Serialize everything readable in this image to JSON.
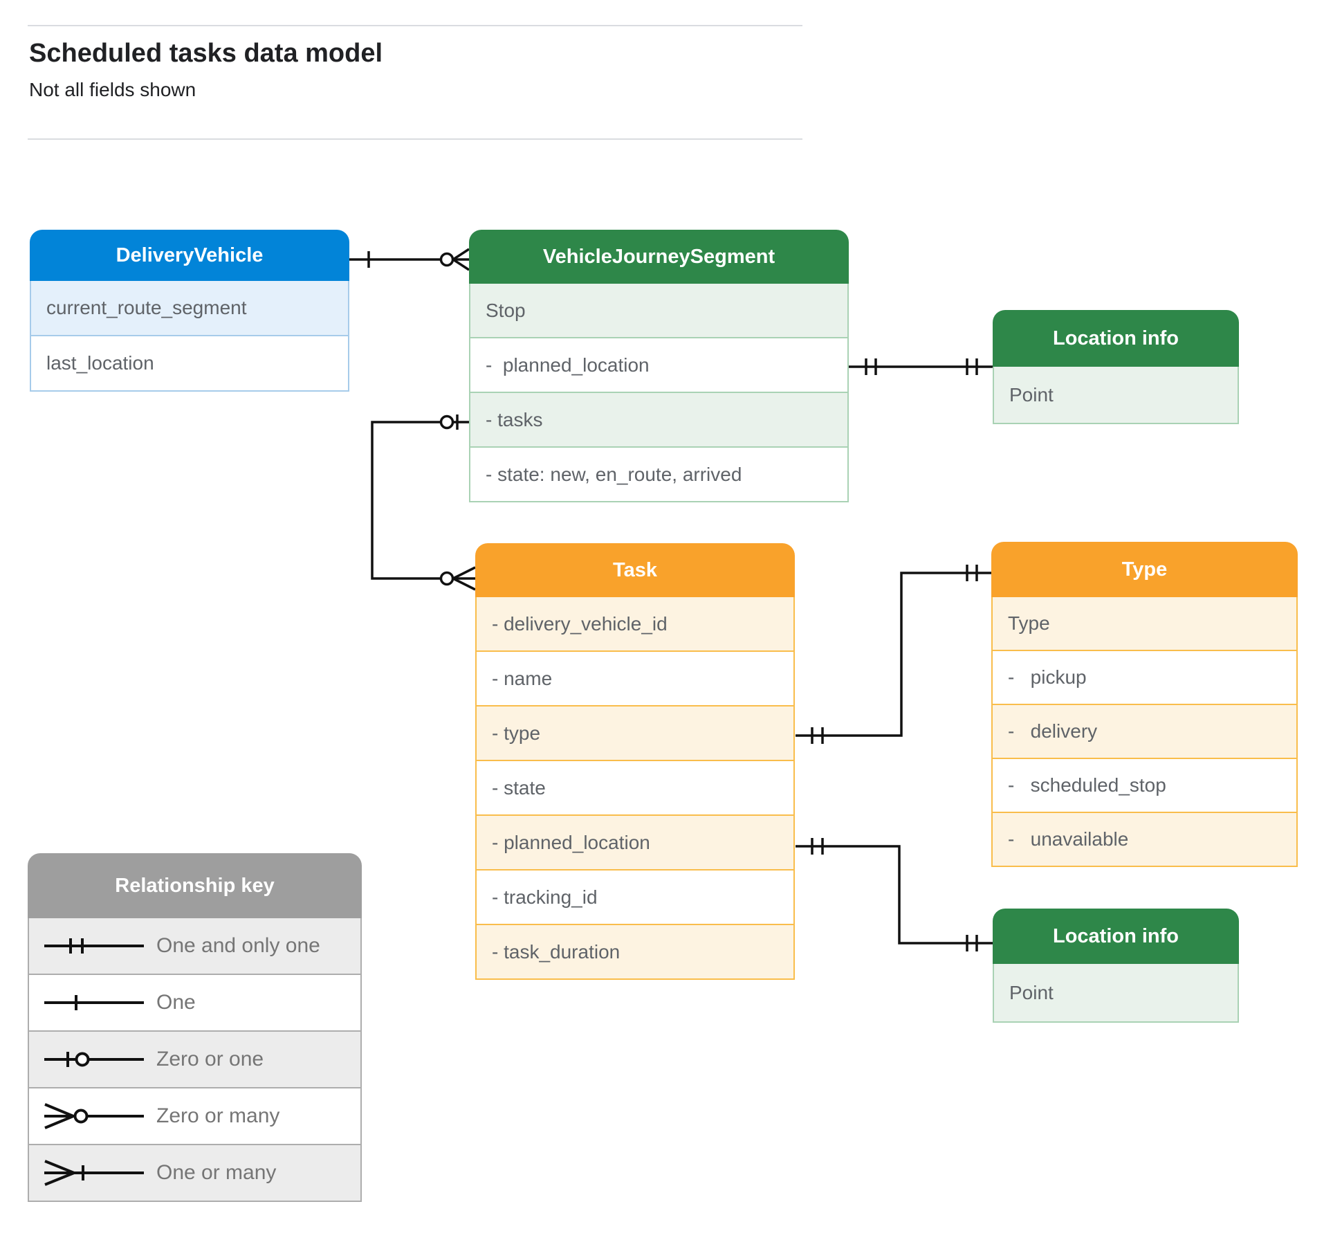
{
  "page": {
    "title": "Scheduled tasks data model",
    "subtitle": "Not all fields shown"
  },
  "colors": {
    "blue_header": "#0284D8",
    "green_header": "#2E8749",
    "orange_header": "#F9A22B",
    "gray_header": "#9E9E9E",
    "row_light_blue": "#E4F0FB",
    "row_light_green": "#E9F2EB",
    "row_light_orange": "#FDF3E1",
    "row_light_gray": "#ECECEC",
    "connector": "#111111"
  },
  "entities": {
    "delivery_vehicle": {
      "title": "DeliveryVehicle",
      "rows": [
        "current_route_segment",
        "last_location"
      ]
    },
    "vehicle_journey_segment": {
      "title": "VehicleJourneySegment",
      "rows": [
        "Stop",
        "-  planned_location",
        "- tasks",
        "- state: new, en_route, arrived"
      ]
    },
    "location_info_top": {
      "title": "Location info",
      "rows": [
        "Point"
      ]
    },
    "task": {
      "title": "Task",
      "rows": [
        "- delivery_vehicle_id",
        "- name",
        "- type",
        "- state",
        "- planned_location",
        "- tracking_id",
        "- task_duration"
      ]
    },
    "type": {
      "title": "Type",
      "rows": [
        "Type",
        "-   pickup",
        "-   delivery",
        "-   scheduled_stop",
        "-   unavailable"
      ]
    },
    "location_info_bottom": {
      "title": "Location info",
      "rows": [
        "Point"
      ]
    }
  },
  "key": {
    "title": "Relationship key",
    "items": [
      {
        "symbol": "one-and-only-one",
        "label": "One and only one"
      },
      {
        "symbol": "one",
        "label": "One"
      },
      {
        "symbol": "zero-or-one",
        "label": "Zero or one"
      },
      {
        "symbol": "zero-or-many",
        "label": "Zero or many"
      },
      {
        "symbol": "one-or-many",
        "label": "One or many"
      }
    ]
  },
  "relationships": [
    {
      "from": "DeliveryVehicle",
      "to": "VehicleJourneySegment",
      "from_cardinality": "one",
      "to_cardinality": "zero-or-many"
    },
    {
      "from": "VehicleJourneySegment.planned_location",
      "to": "Location info (top)",
      "from_cardinality": "one-and-only-one",
      "to_cardinality": "one-and-only-one"
    },
    {
      "from": "VehicleJourneySegment.tasks",
      "to": "Task",
      "from_cardinality": "zero-or-one",
      "to_cardinality": "zero-or-many"
    },
    {
      "from": "Task.type",
      "to": "Type",
      "from_cardinality": "one-and-only-one",
      "to_cardinality": "one-and-only-one"
    },
    {
      "from": "Task.planned_location",
      "to": "Location info (bottom)",
      "from_cardinality": "one-and-only-one",
      "to_cardinality": "one-and-only-one"
    }
  ]
}
